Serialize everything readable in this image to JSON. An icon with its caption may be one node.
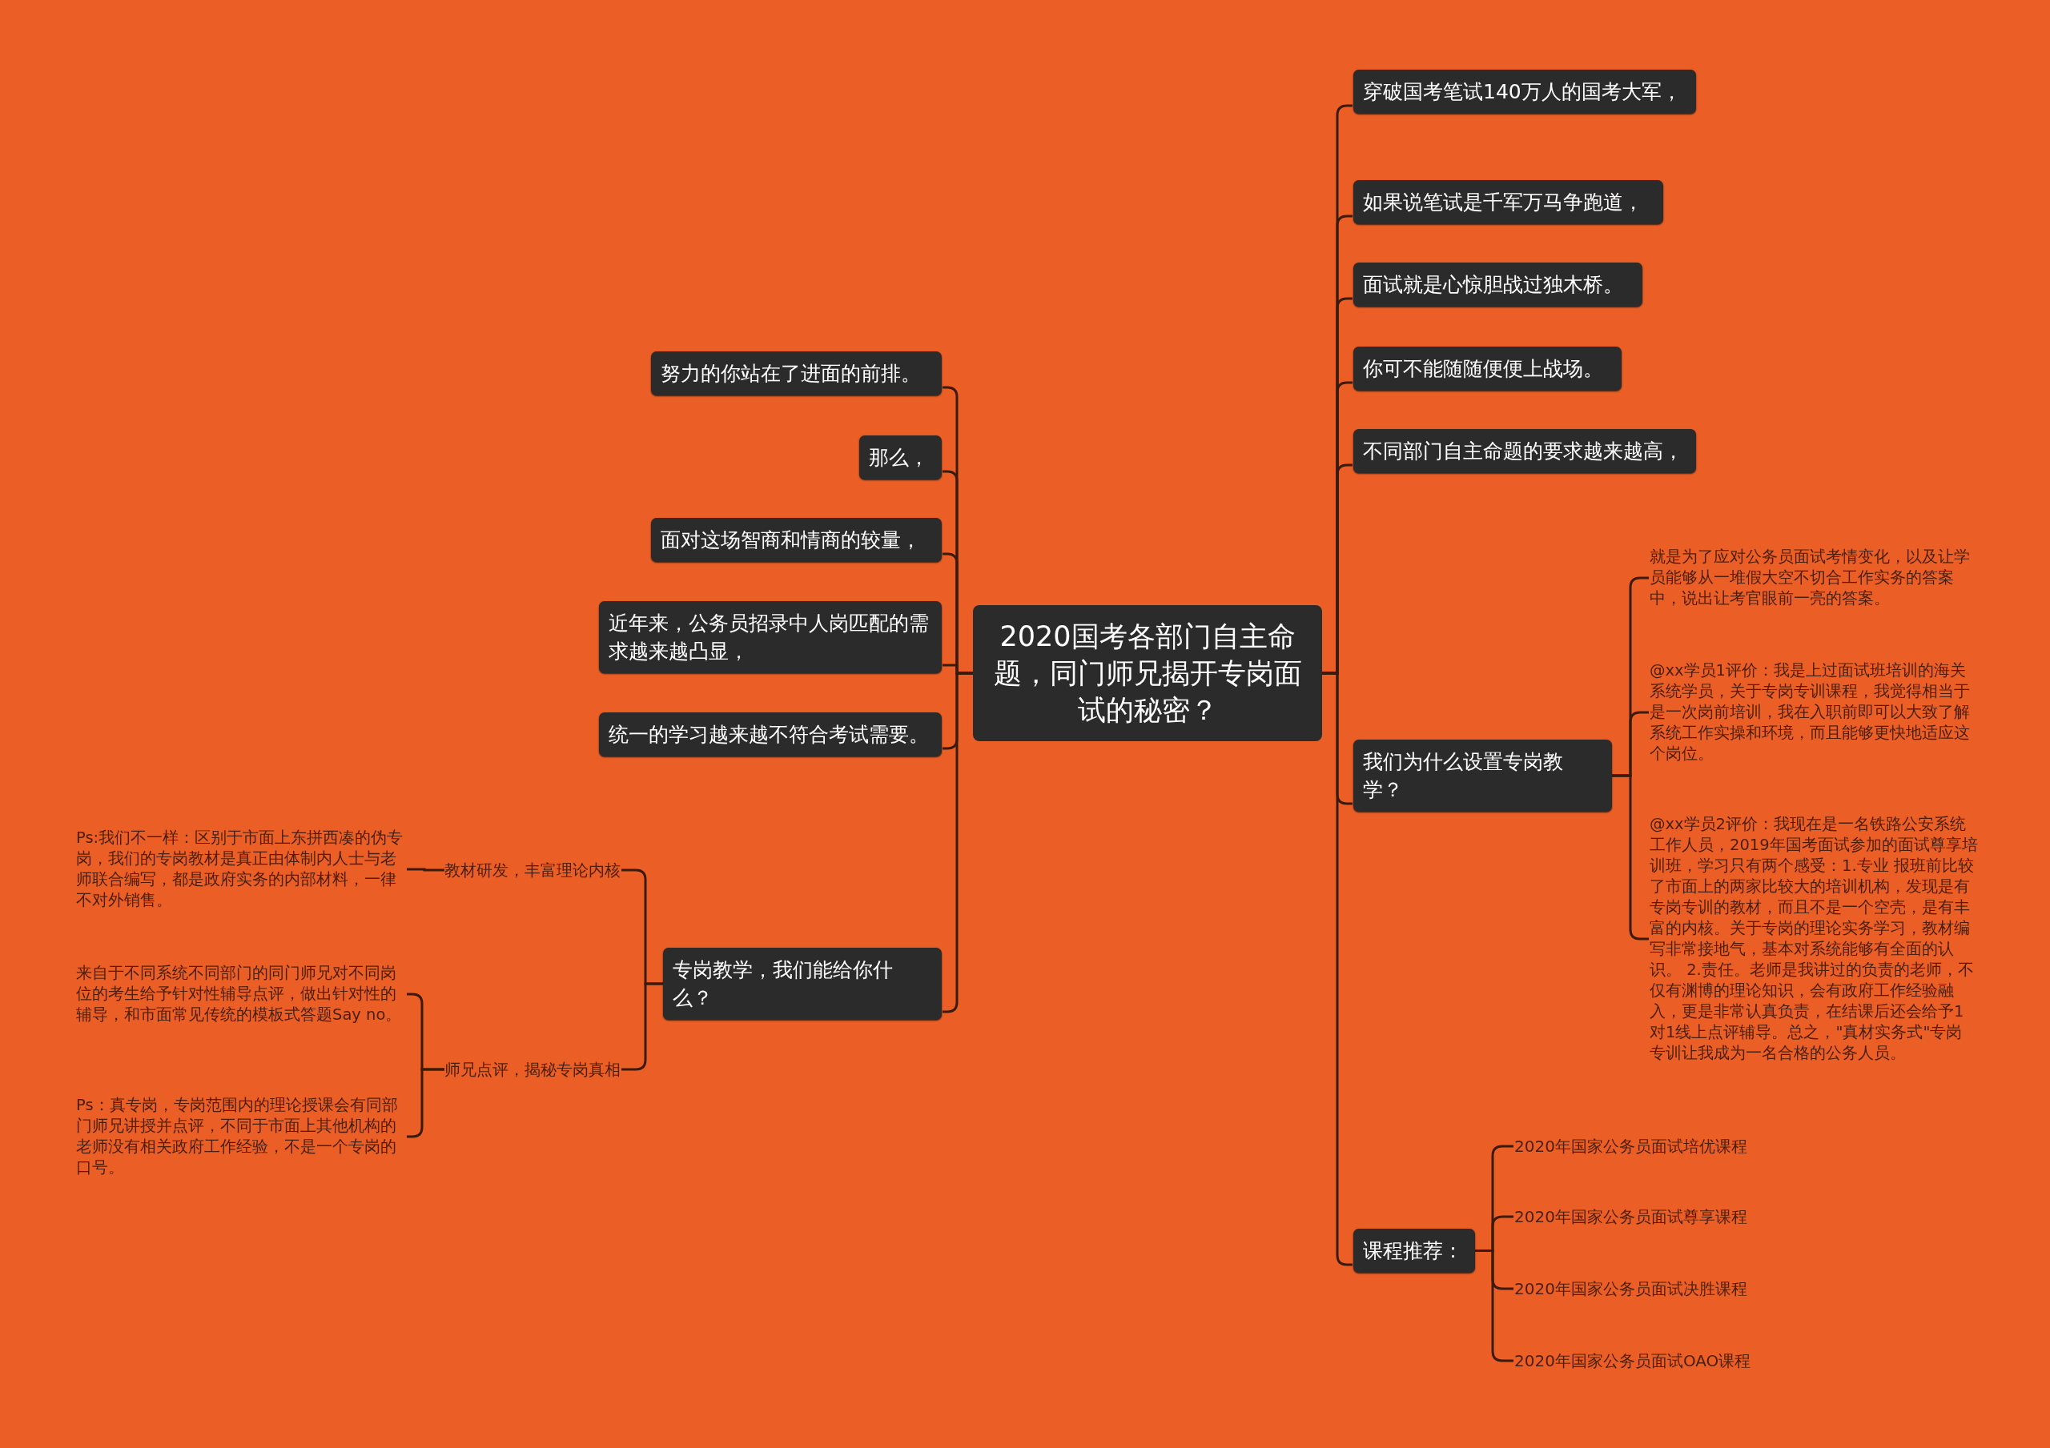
{
  "diagram": {
    "nodes": [
      {
        "text": [
          "2020国考各部门自主命题，同门师兄揭开专岗面试的秘密？"
        ]
      },
      {
        "text": [
          "努力的你站在了进面的前排。"
        ]
      },
      {
        "text": [
          "那么，"
        ]
      },
      {
        "text": [
          "面对这场智商和情商的较量，"
        ]
      },
      {
        "text": [
          "近年来，公务员招录中人岗匹配的需求越来越凸显，"
        ]
      },
      {
        "text": [
          "统一的学习越来越不符合考试需要。"
        ]
      },
      {
        "text": [
          "专岗教学，我们能给你什么？"
        ]
      },
      {
        "text": [
          "教材研发，丰富理论内核"
        ]
      },
      {
        "text": [
          "Ps:我们不一样：区别于市面上东拼西凑的伪专岗，我们的专岗教材是真正由体制内人士与老师联合编写，都是政府实务的内部材料，一律不对外销售。"
        ]
      },
      {
        "text": [
          "师兄点评，揭秘专岗真相"
        ]
      },
      {
        "text": [
          "来自于不同系统不同部门的同门师兄对不同岗位的考生给予针对性辅导点评，做出针对性的辅导，和市面常见传统的模板式答题Say no。"
        ]
      },
      {
        "text": [
          "Ps：真专岗，专岗范围内的理论授课会有同部门师兄讲授并点评，不同于市面上其他机构的老师没有相关政府工作经验，不是一个专岗的口号。"
        ]
      },
      {
        "text": [
          "穿破国考笔试140万人的国考大军，"
        ]
      },
      {
        "text": [
          "如果说笔试是千军万马争跑道，"
        ]
      },
      {
        "text": [
          "面试就是心惊胆战过独木桥。"
        ]
      },
      {
        "text": [
          "你可不能随随便便上战场。"
        ]
      },
      {
        "text": [
          "不同部门自主命题的要求越来越高，"
        ]
      },
      {
        "text": [
          "我们为什么设置专岗教学？"
        ]
      },
      {
        "text": [
          "就是为了应对公务员面试考情变化，以及让学员能够从一堆假大空不切合工作实务的答案中，说出让考官眼前一亮的答案。"
        ]
      },
      {
        "text": [
          "@xx学员1评价：我是上过面试班培训的海关系统学员，关于专岗专训课程，我觉得相当于是一次岗前培训，我在入职前即可以大致了解系统工作实操和环境，而且能够更快地适应这个岗位。"
        ]
      },
      {
        "text": [
          "@xx学员2评价：我现在是一名铁路公安系统工作人员，2019年国考面试参加的面试尊享培训班，学习只有两个感受：1.专业 报班前比较了市面上的两家比较大的培训机构，发现是有专岗专训的教材，而且不是一个空壳，是有丰富的内核。关于专岗的理论实务学习，教材编写非常接地气，基本对系统能够有全面的认识。 2.责任。老师是我讲过的负责的老师，不仅有渊博的理论知识，会有政府工作经验融入，更是非常认真负责，在结课后还会给予1对1线上点评辅导。总之，\"真材实务式\"专岗专训让我成为一名合格的公务人员。"
        ]
      },
      {
        "text": [
          "课程推荐："
        ]
      },
      {
        "text": [
          "2020年国家公务员面试培优课程"
        ]
      },
      {
        "text": [
          "2020年国家公务员面试尊享课程"
        ]
      },
      {
        "text": [
          "2020年国家公务员面试决胜课程"
        ]
      },
      {
        "text": [
          "2020年国家公务员面试OAO课程"
        ]
      }
    ],
    "edges": [
      {
        "from": 0,
        "to": 1,
        "arrow": "none"
      },
      {
        "from": 0,
        "to": 2,
        "arrow": "none"
      },
      {
        "from": 0,
        "to": 3,
        "arrow": "none"
      },
      {
        "from": 0,
        "to": 4,
        "arrow": "none"
      },
      {
        "from": 0,
        "to": 5,
        "arrow": "none"
      },
      {
        "from": 0,
        "to": 6,
        "arrow": "none"
      },
      {
        "from": 6,
        "to": 7,
        "arrow": "none"
      },
      {
        "from": 7,
        "to": 8,
        "arrow": "none"
      },
      {
        "from": 6,
        "to": 9,
        "arrow": "none"
      },
      {
        "from": 9,
        "to": 10,
        "arrow": "none"
      },
      {
        "from": 9,
        "to": 11,
        "arrow": "none"
      },
      {
        "from": 0,
        "to": 12,
        "arrow": "none"
      },
      {
        "from": 0,
        "to": 13,
        "arrow": "none"
      },
      {
        "from": 0,
        "to": 14,
        "arrow": "none"
      },
      {
        "from": 0,
        "to": 15,
        "arrow": "none"
      },
      {
        "from": 0,
        "to": 16,
        "arrow": "none"
      },
      {
        "from": 0,
        "to": 17,
        "arrow": "none"
      },
      {
        "from": 17,
        "to": 18,
        "arrow": "none"
      },
      {
        "from": 17,
        "to": 19,
        "arrow": "none"
      },
      {
        "from": 17,
        "to": 20,
        "arrow": "none"
      },
      {
        "from": 0,
        "to": 21,
        "arrow": "none"
      },
      {
        "from": 21,
        "to": 22,
        "arrow": "none"
      },
      {
        "from": 21,
        "to": 23,
        "arrow": "none"
      },
      {
        "from": 21,
        "to": 24,
        "arrow": "none"
      },
      {
        "from": 21,
        "to": 25,
        "arrow": "none"
      }
    ]
  }
}
